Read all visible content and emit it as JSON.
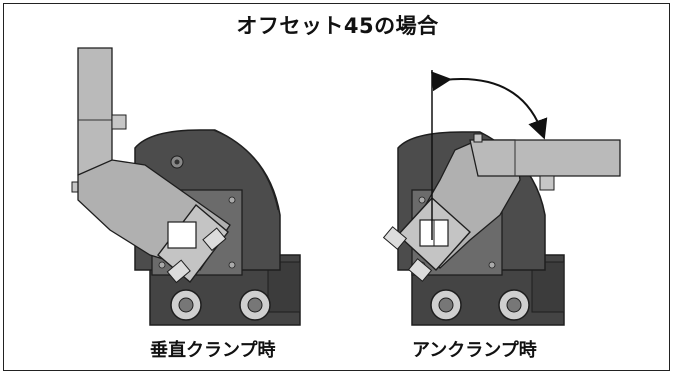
{
  "title": "オフセット45の場合",
  "captions": {
    "left": "垂直クランプ時",
    "right": "アンクランプ時"
  },
  "colors": {
    "body_dark": "#4a4a4a",
    "body_mid": "#5c5c5c",
    "plate": "#6b6b6b",
    "arm": "#b9b9b9",
    "arm_shade": "#a3a3a3",
    "outline": "#1e1e1e",
    "frame": "#222222"
  },
  "icons": {
    "rotation_arrow": "curved-double-arrow"
  }
}
